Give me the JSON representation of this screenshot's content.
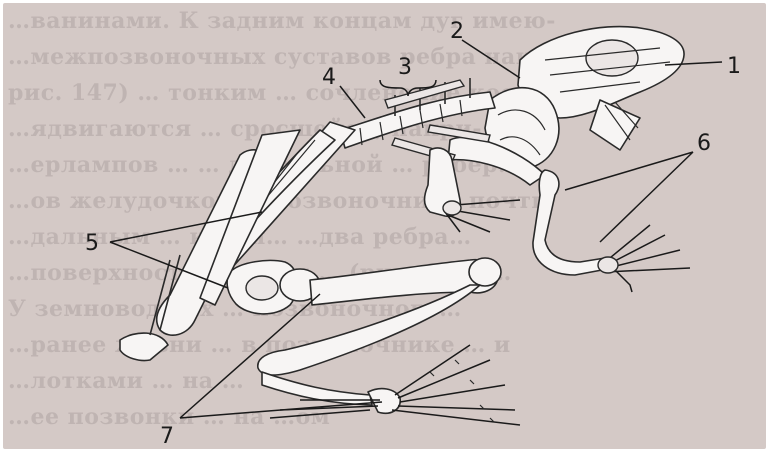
{
  "background_text": [
    "…ванинами. К задним концам дуг имею-",
    "…межпозвоночных суставов ребра нак-",
    "рис. 147) … тонким … сочленение костей",
    "…ядвигаются … сросшейся, напри-",
    "…ерлампов  …   … дорсальной … ребёр…",
    "…ов желудочков … позвоночника почти",
    "…дальным … кости…  …два ребра…",
    "…поверхности … хвост … (рис. 148) …",
    "У земноводных … позвоночного…",
    "…ранее жизни … в позвоночнике … и",
    "…лотками … на …",
    "…ее позвонки … на …ом"
  ],
  "labels": {
    "l1": "1",
    "l2": "2",
    "l3": "3",
    "l4": "4",
    "l5": "5",
    "l6": "6",
    "l7": "7"
  }
}
